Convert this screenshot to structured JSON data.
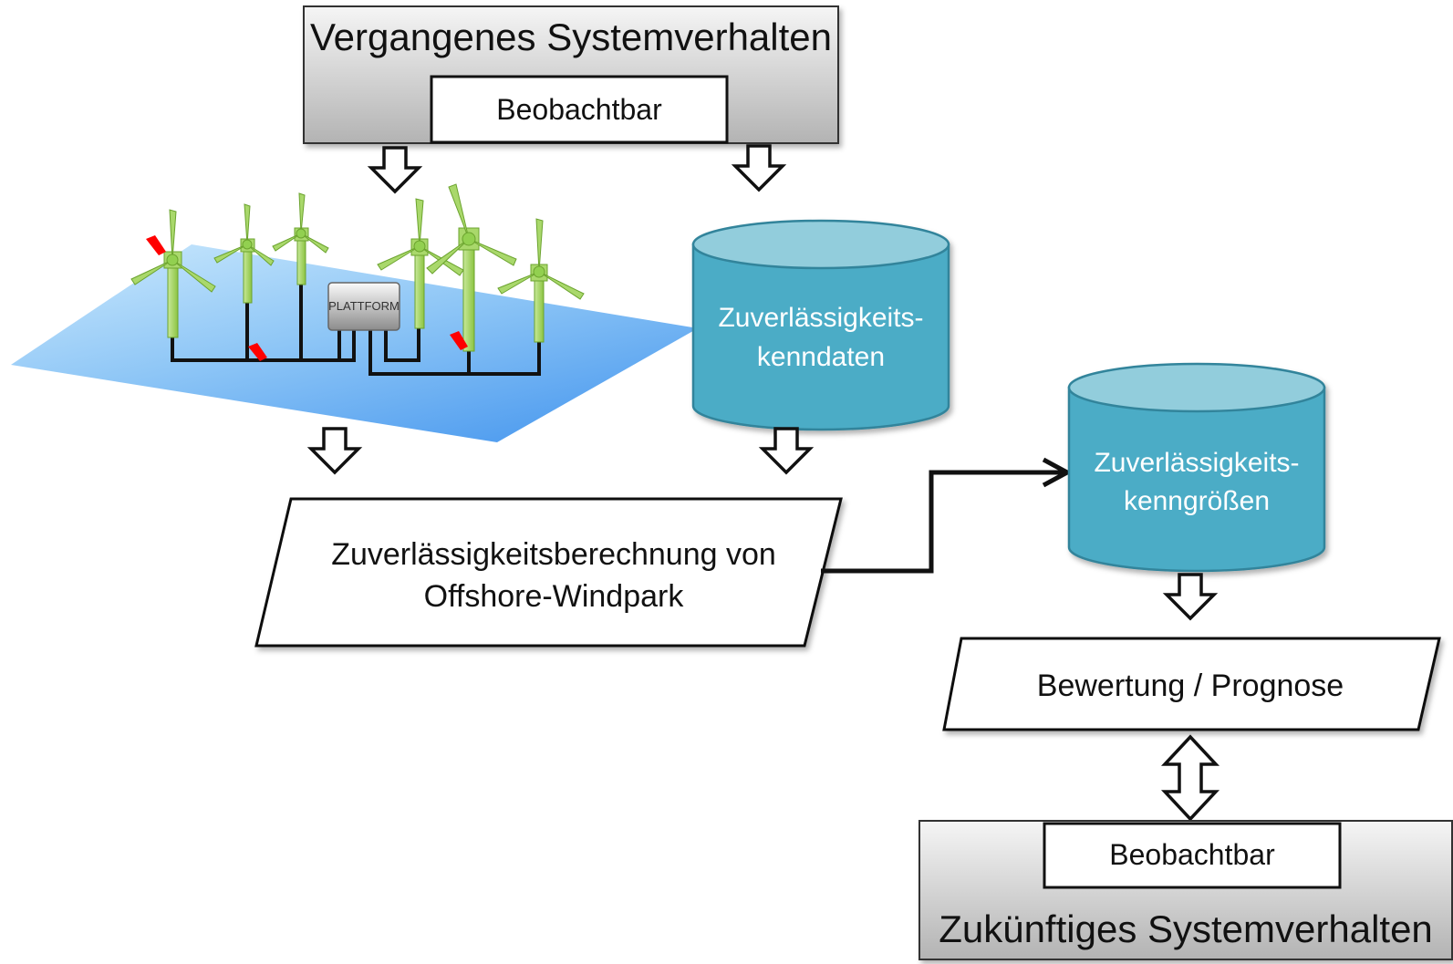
{
  "past_box": {
    "title": "Vergangenes Systemverhalten",
    "sub_label": "Beobachtbar"
  },
  "windpark": {
    "platform_label": "PLATTFORM"
  },
  "db_kenndaten": {
    "line1": "Zuverlässigkeits-",
    "line2": "kenndaten"
  },
  "calc": {
    "line1": "Zuverlässigkeitsberechnung von",
    "line2": "Offshore-Windpark"
  },
  "db_kenngroessen": {
    "line1": "Zuverlässigkeits-",
    "line2": "kenngrößen"
  },
  "evaluation": {
    "label": "Bewertung / Prognose"
  },
  "future_box": {
    "sub_label": "Beobachtbar",
    "title": "Zukünftiges Systemverhalten"
  },
  "colors": {
    "db_fill": "#4bacc6",
    "db_top": "#92cddc",
    "db_stroke": "#31849b",
    "turbine": "#92d050",
    "fault": "#ff0000"
  }
}
